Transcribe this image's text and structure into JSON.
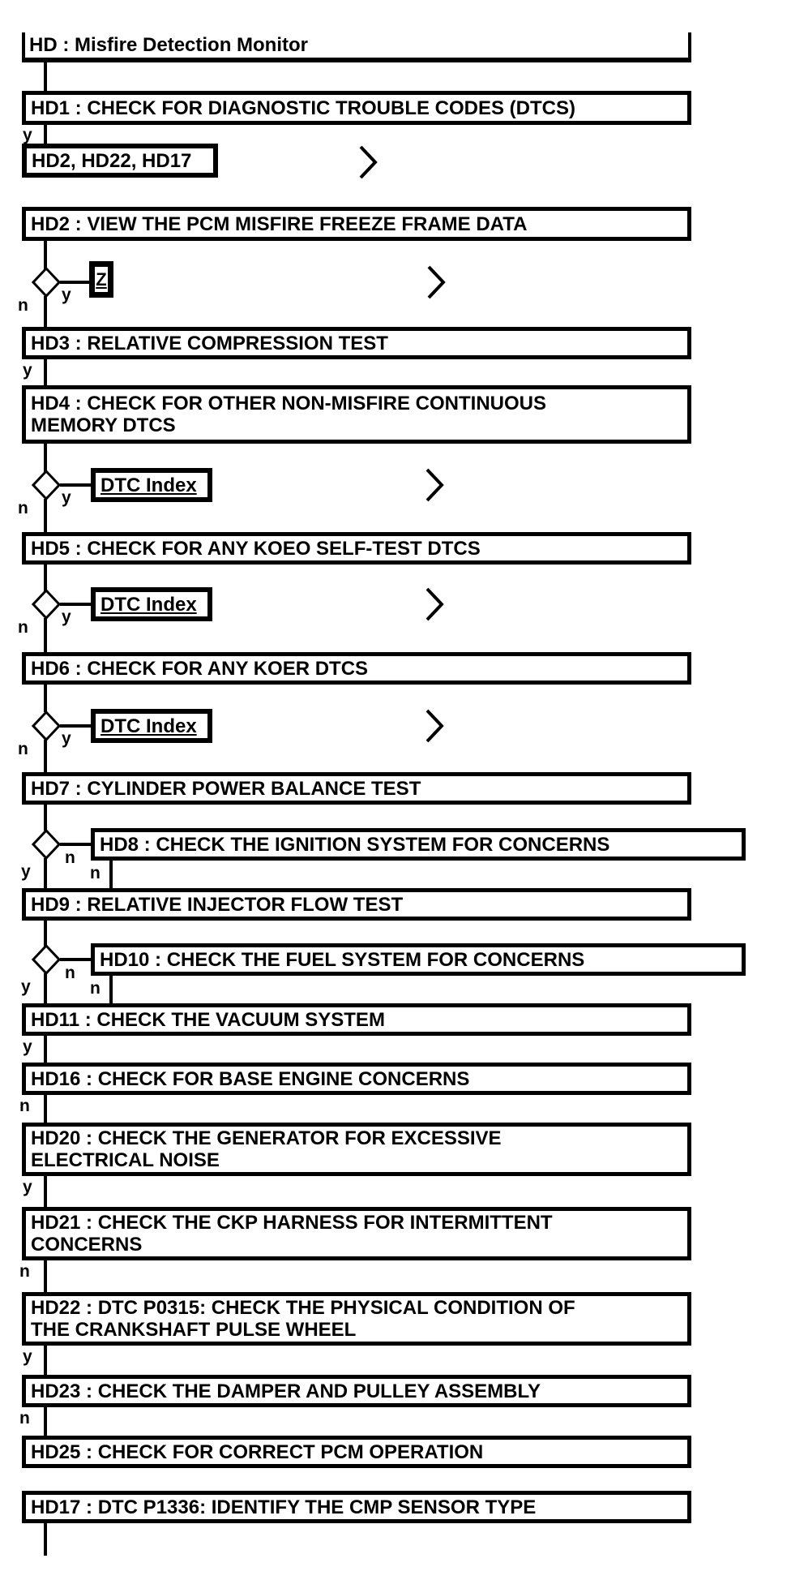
{
  "page": {
    "background": "#ffffff",
    "ink": "#000000"
  },
  "flowchart": {
    "title": "HD : Misfire Detection Monitor",
    "labels": {
      "yes": "y",
      "no": "n"
    },
    "links": {
      "ref_codes": "HD2, HD22, HD17",
      "z_ref": "Z",
      "dtc_index": "DTC Index"
    },
    "steps": {
      "hd1": "HD1 : CHECK FOR DIAGNOSTIC TROUBLE CODES (DTCS)",
      "hd2": "HD2 : VIEW THE PCM MISFIRE FREEZE FRAME DATA",
      "hd3": "HD3 : RELATIVE COMPRESSION TEST",
      "hd4": [
        "HD4 : CHECK FOR OTHER NON-MISFIRE CONTINUOUS",
        "MEMORY DTCS"
      ],
      "hd5": "HD5 : CHECK FOR ANY KOEO SELF-TEST DTCS",
      "hd6": "HD6 : CHECK FOR ANY KOER DTCS",
      "hd7": "HD7 : CYLINDER POWER BALANCE TEST",
      "hd8": "HD8 : CHECK THE IGNITION SYSTEM FOR CONCERNS",
      "hd9": "HD9 : RELATIVE INJECTOR FLOW TEST",
      "hd10": "HD10 : CHECK THE FUEL SYSTEM FOR CONCERNS",
      "hd11": "HD11 : CHECK THE VACUUM SYSTEM",
      "hd16": "HD16 : CHECK FOR BASE ENGINE CONCERNS",
      "hd20": [
        "HD20 : CHECK THE GENERATOR FOR EXCESSIVE",
        "ELECTRICAL NOISE"
      ],
      "hd21": [
        "HD21 : CHECK THE CKP HARNESS FOR INTERMITTENT",
        "CONCERNS"
      ],
      "hd22": [
        "HD22 : DTC P0315: CHECK THE PHYSICAL CONDITION OF",
        "THE CRANKSHAFT PULSE WHEEL"
      ],
      "hd23": "HD23 : CHECK THE DAMPER AND PULLEY ASSEMBLY",
      "hd25": "HD25 : CHECK FOR CORRECT PCM OPERATION",
      "hd17": "HD17 : DTC P1336: IDENTIFY THE CMP SENSOR TYPE"
    }
  }
}
